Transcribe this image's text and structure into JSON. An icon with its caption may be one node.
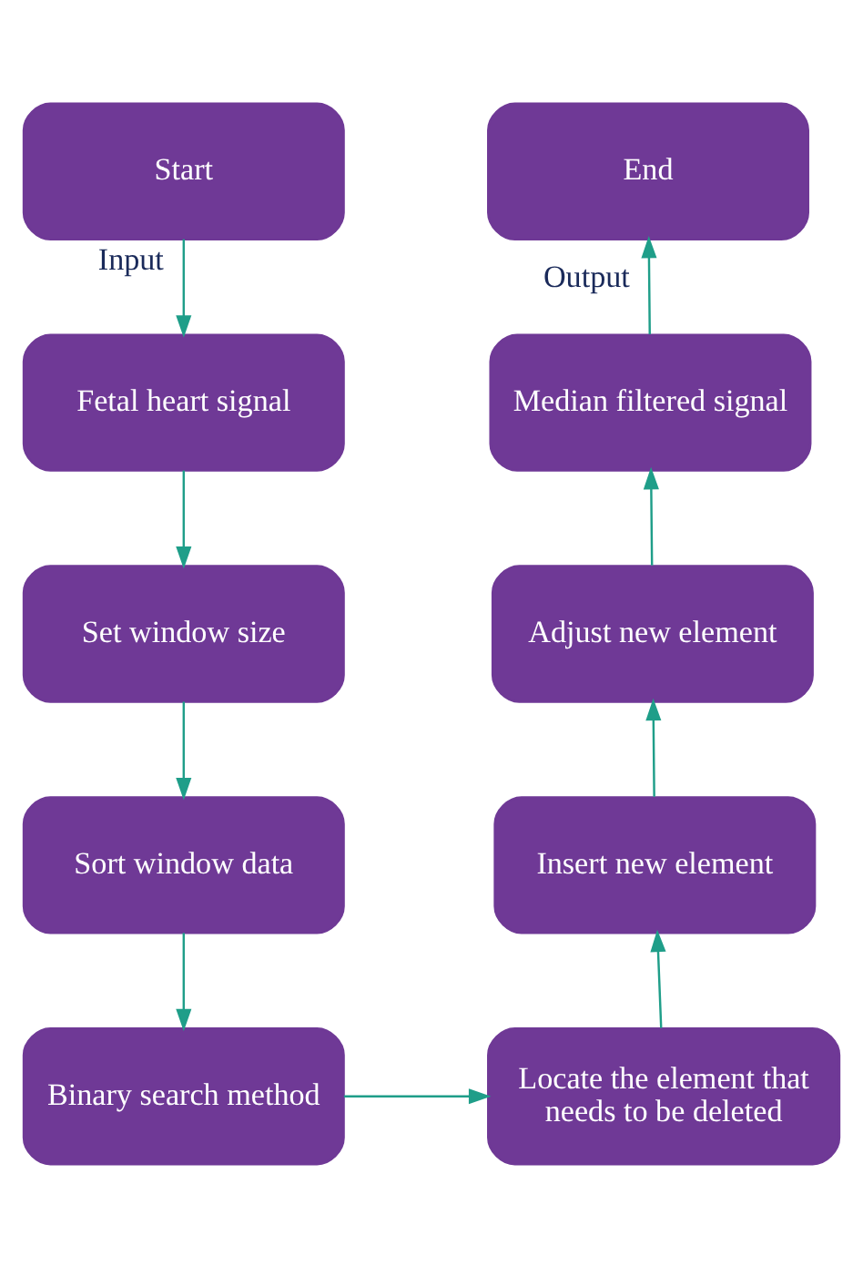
{
  "diagram": {
    "nodes": [
      {
        "text": [
          "Start"
        ]
      },
      {
        "text": [
          "Fetal heart signal"
        ]
      },
      {
        "text": [
          "Set window size"
        ]
      },
      {
        "text": [
          "Sort window data"
        ]
      },
      {
        "text": [
          "Binary search method"
        ]
      },
      {
        "text": [
          "Locate the element that needs to be deleted"
        ]
      },
      {
        "text": [
          "Insert new element"
        ]
      },
      {
        "text": [
          "Adjust new element"
        ]
      },
      {
        "text": [
          "Median filtered signal"
        ]
      },
      {
        "text": [
          "End"
        ]
      }
    ],
    "edges": [
      {
        "from": 0,
        "to": 1,
        "arrow": "to",
        "label": "Input"
      },
      {
        "from": 1,
        "to": 2,
        "arrow": "to"
      },
      {
        "from": 2,
        "to": 3,
        "arrow": "to"
      },
      {
        "from": 3,
        "to": 4,
        "arrow": "to"
      },
      {
        "from": 4,
        "to": 5,
        "arrow": "to"
      },
      {
        "from": 5,
        "to": 6,
        "arrow": "to"
      },
      {
        "from": 6,
        "to": 7,
        "arrow": "to"
      },
      {
        "from": 7,
        "to": 8,
        "arrow": "to"
      },
      {
        "from": 8,
        "to": 9,
        "arrow": "to",
        "label": "Output"
      }
    ]
  }
}
